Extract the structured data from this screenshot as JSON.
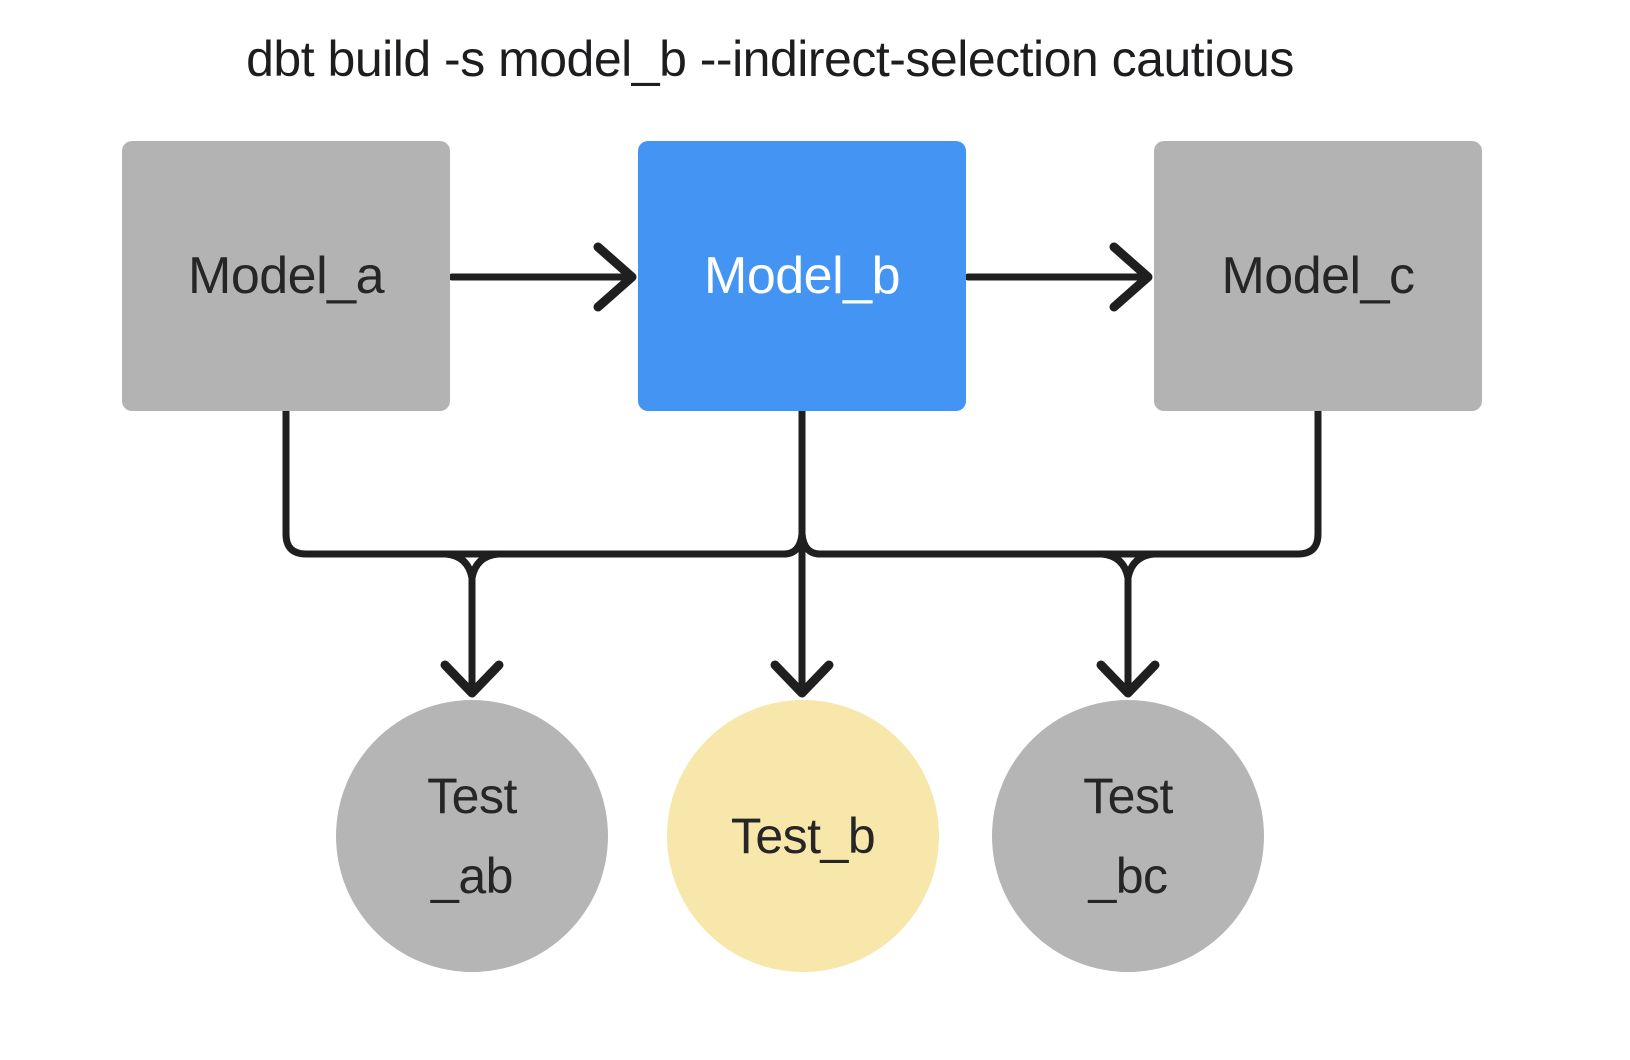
{
  "title": "dbt build -s model_b --indirect-selection cautious",
  "colors": {
    "background": "#ffffff",
    "node_gray": "#b3b3b3",
    "node_selected_blue": "#4494f4",
    "node_indirect_yellow": "#f8e7ab",
    "edge_dark": "#1f1f1f",
    "text_dark": "#262626",
    "text_light": "#ffffff"
  },
  "nodes": {
    "models": [
      {
        "label": "Model_a"
      },
      {
        "label": "Model_b"
      },
      {
        "label": "Model_c"
      }
    ],
    "tests": [
      {
        "line1": "Test",
        "line2": "_ab"
      },
      {
        "line1": "Test_b",
        "line2": ""
      },
      {
        "line1": "Test",
        "line2": "_bc"
      }
    ]
  },
  "edges": [
    {
      "from": "Model_a",
      "to": "Model_b",
      "type": "arrow"
    },
    {
      "from": "Model_b",
      "to": "Model_c",
      "type": "arrow"
    },
    {
      "from": "Model_a",
      "to": "Test_ab",
      "type": "arrow"
    },
    {
      "from": "Model_b",
      "to": "Test_b",
      "type": "arrow"
    },
    {
      "from": "Model_b",
      "to": "Test_bc",
      "type": "arrow"
    },
    {
      "from": "Model_c",
      "to": "Test_bc",
      "type": "arrow"
    }
  ]
}
